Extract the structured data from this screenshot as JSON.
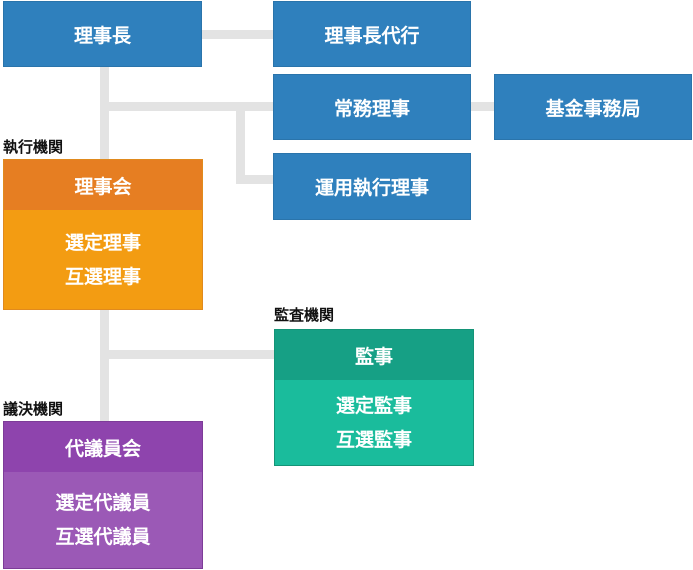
{
  "nodes": {
    "chairman": "理事長",
    "deputy": "理事長代行",
    "managing": "常務理事",
    "fund_office": "基金事務局",
    "operating": "運用執行理事"
  },
  "sections": {
    "executive": {
      "label": "執行機関",
      "title": "理事会",
      "lines": [
        "選定理事",
        "互選理事"
      ]
    },
    "audit": {
      "label": "監査機関",
      "title": "監事",
      "lines": [
        "選定監事",
        "互選監事"
      ]
    },
    "legislative": {
      "label": "議決機関",
      "title": "代議員会",
      "lines": [
        "選定代議員",
        "互選代議員"
      ]
    }
  },
  "colors": {
    "blue": "#2f80bd",
    "executive_head": "#e67e22",
    "executive_body": "#f39c12",
    "audit_head": "#16a085",
    "audit_body": "#1abc9c",
    "legislative_head": "#8e44ad",
    "legislative_body": "#9b59b6",
    "connector": "#e3e3e3"
  }
}
